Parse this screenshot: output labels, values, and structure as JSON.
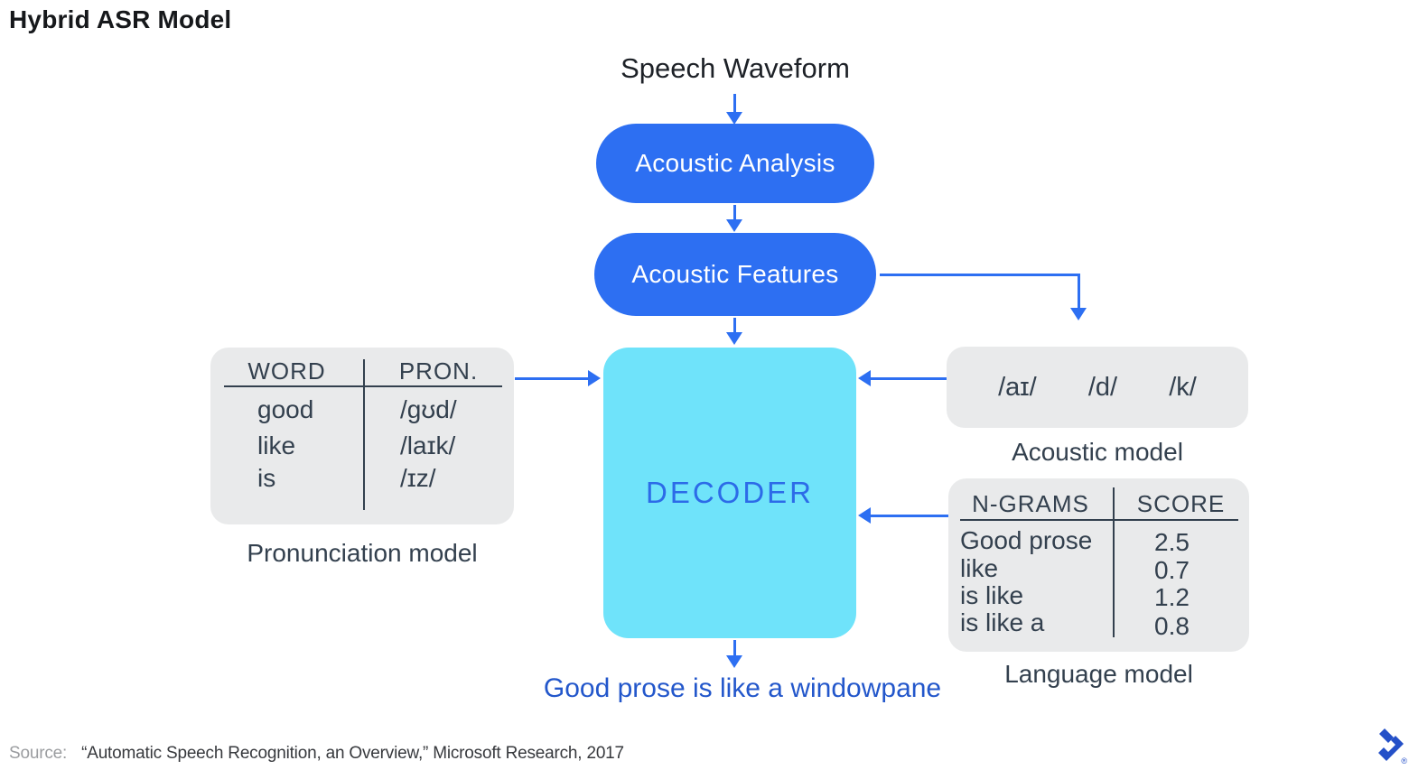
{
  "title": "Hybrid ASR Model",
  "colors": {
    "pill_blue": "#2D6FF2",
    "arrow_blue": "#2D6FF2",
    "decoder_cyan": "#6FE3FA",
    "decoder_text_blue": "#2C6BE8",
    "box_gray": "#E9EAEB",
    "table_text_slate": "#33404E",
    "output_blue": "#2357CB"
  },
  "flow": {
    "input_label": "Speech Waveform",
    "step1": "Acoustic Analysis",
    "step2": "Acoustic Features",
    "decoder_label": "DECODER",
    "output_sentence": "Good prose is like a windowpane"
  },
  "pronunciation_model": {
    "caption": "Pronunciation model",
    "headers": [
      "WORD",
      "PRON."
    ],
    "rows": [
      [
        "good",
        "/gʊd/"
      ],
      [
        "like",
        "/laɪk/"
      ],
      [
        "is",
        "/ɪz/"
      ]
    ]
  },
  "acoustic_model": {
    "caption": "Acoustic model",
    "phonemes": [
      "/aɪ/",
      "/d/",
      "/k/"
    ]
  },
  "language_model": {
    "caption": "Language model",
    "headers": [
      "N-GRAMS",
      "SCORE"
    ],
    "rows": [
      [
        "Good prose",
        "2.5"
      ],
      [
        "like",
        "0.7"
      ],
      [
        "is like",
        "1.2"
      ],
      [
        "is like a",
        "0.8"
      ]
    ]
  },
  "source": {
    "label": "Source:",
    "citation": "“Automatic Speech Recognition, an Overview,” Microsoft Research, 2017"
  },
  "logo": {
    "name": "toptal-logo",
    "registered_mark": "®"
  }
}
